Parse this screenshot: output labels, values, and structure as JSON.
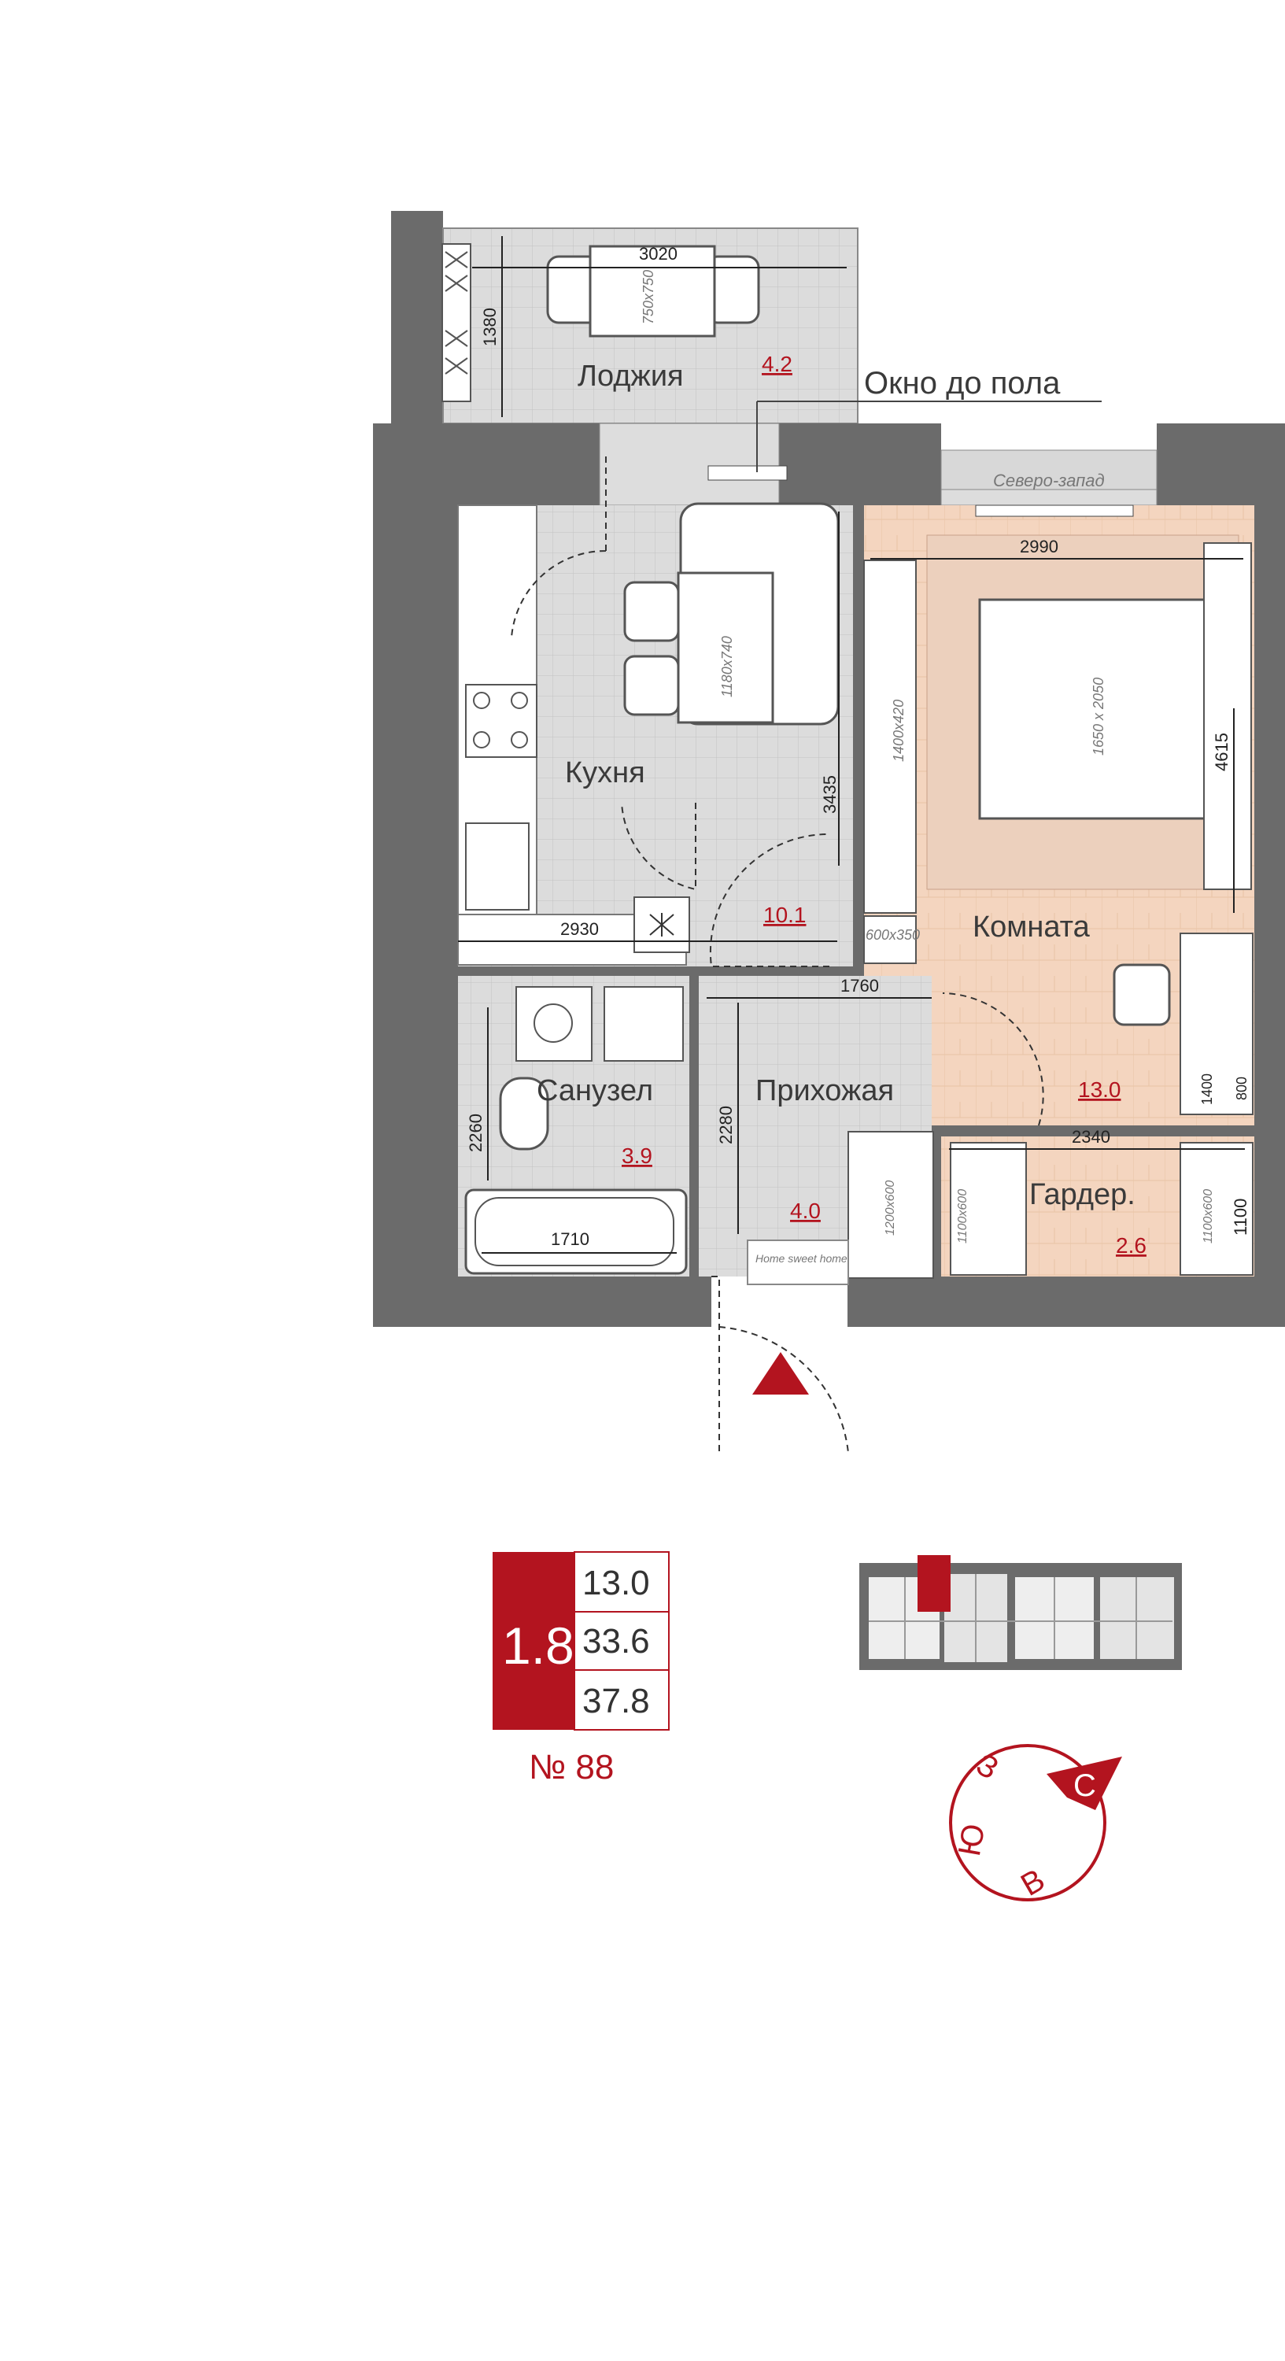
{
  "rooms": [
    {
      "key": "loggia",
      "name": "Лоджия",
      "area": "4.2"
    },
    {
      "key": "kitchen",
      "name": "Кухня",
      "area": "10.1"
    },
    {
      "key": "room",
      "name": "Комната",
      "area": "13.0"
    },
    {
      "key": "bath",
      "name": "Санузел",
      "area": "3.9"
    },
    {
      "key": "hall",
      "name": "Прихожая",
      "area": "4.0"
    },
    {
      "key": "wardrobe",
      "name": "Гардер.",
      "area": "2.6"
    }
  ],
  "dimensions": {
    "loggia_width": "3020",
    "loggia_depth": "1380",
    "room_width": "2990",
    "kitchen_depth": "3435",
    "kitchen_width": "2930",
    "hall_width": "1760",
    "bath_depth": "2260",
    "hall_depth": "2280",
    "bathtub_length": "1710",
    "wardrobe_width": "2340",
    "room_depth": "4615",
    "desk_w": "1400",
    "desk_d": "800",
    "wardrobe_shelf_depth": "1100"
  },
  "furniture": {
    "loggia_table": "750x750",
    "kitchen_table": "1180x740",
    "bed": "1650 x 2050",
    "closet_door": "1400x420",
    "dresser": "600x350",
    "hall_closet": "1200x600",
    "shelf_left": "1100x600",
    "shelf_right": "1100x600",
    "mat": "Home sweet home"
  },
  "annotations": {
    "window_note": "Окно до пола",
    "orientation_plate": "Северо-запад"
  },
  "summary": {
    "rooms_label": "1.8",
    "living_area": "13.0",
    "total_area": "33.6",
    "area_with_loggia": "37.8",
    "apartment_number": "№ 88"
  },
  "compass": {
    "north": "С",
    "west": "З",
    "south": "Ю",
    "east": "В"
  },
  "colors": {
    "accent": "#b3141f",
    "wall": "#6b6b6b",
    "room_floor": "#f3d3bd",
    "tile": "#d9d9d9"
  }
}
